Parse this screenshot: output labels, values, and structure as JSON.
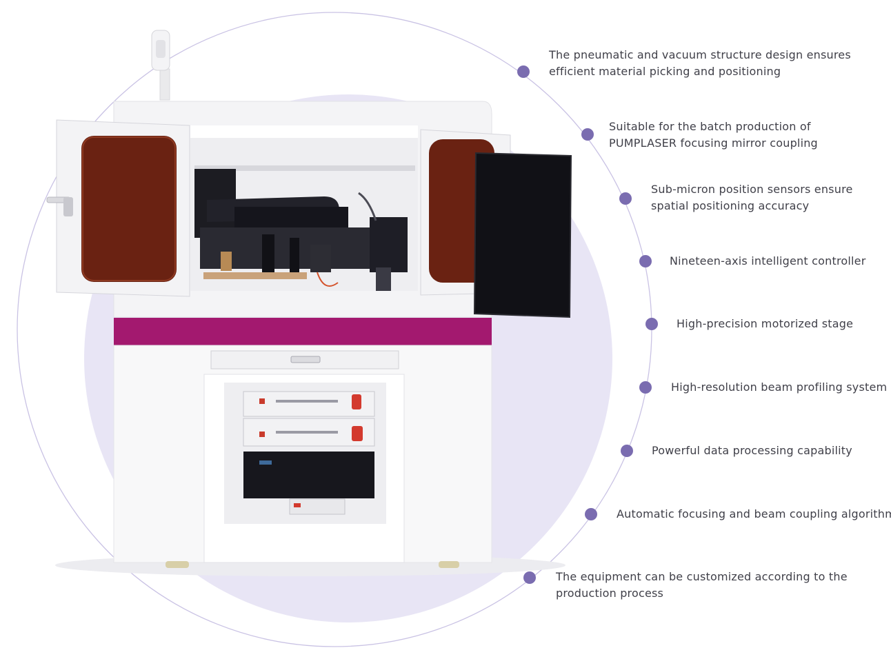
{
  "colors": {
    "accent_dot": "#7a6cb0",
    "outer_ring": "#c9c2e4",
    "inner_disc": "#e8e5f5",
    "magenta_band": "#a3196f",
    "machine_body": "#f6f6f7",
    "amber_window": "#6a2212",
    "text": "#3f3f48"
  },
  "icons": {
    "bullet": "circle-dot-icon"
  },
  "features": [
    {
      "lines": [
        "The pneumatic and vacuum structure design ensures",
        "efficient material picking and positioning"
      ]
    },
    {
      "lines": [
        "Suitable for the batch production of",
        "PUMPLASER focusing mirror coupling"
      ]
    },
    {
      "lines": [
        "Sub-micron position sensors ensure",
        "spatial positioning accuracy"
      ]
    },
    {
      "lines": [
        "Nineteen-axis intelligent controller"
      ]
    },
    {
      "lines": [
        "High-precision motorized stage"
      ]
    },
    {
      "lines": [
        "High-resolution beam profiling system"
      ]
    },
    {
      "lines": [
        "Powerful data processing capability"
      ]
    },
    {
      "lines": [
        "Automatic focusing and beam coupling algorithm"
      ]
    },
    {
      "lines": [
        "The equipment can be customized according to the",
        "production process"
      ]
    }
  ]
}
